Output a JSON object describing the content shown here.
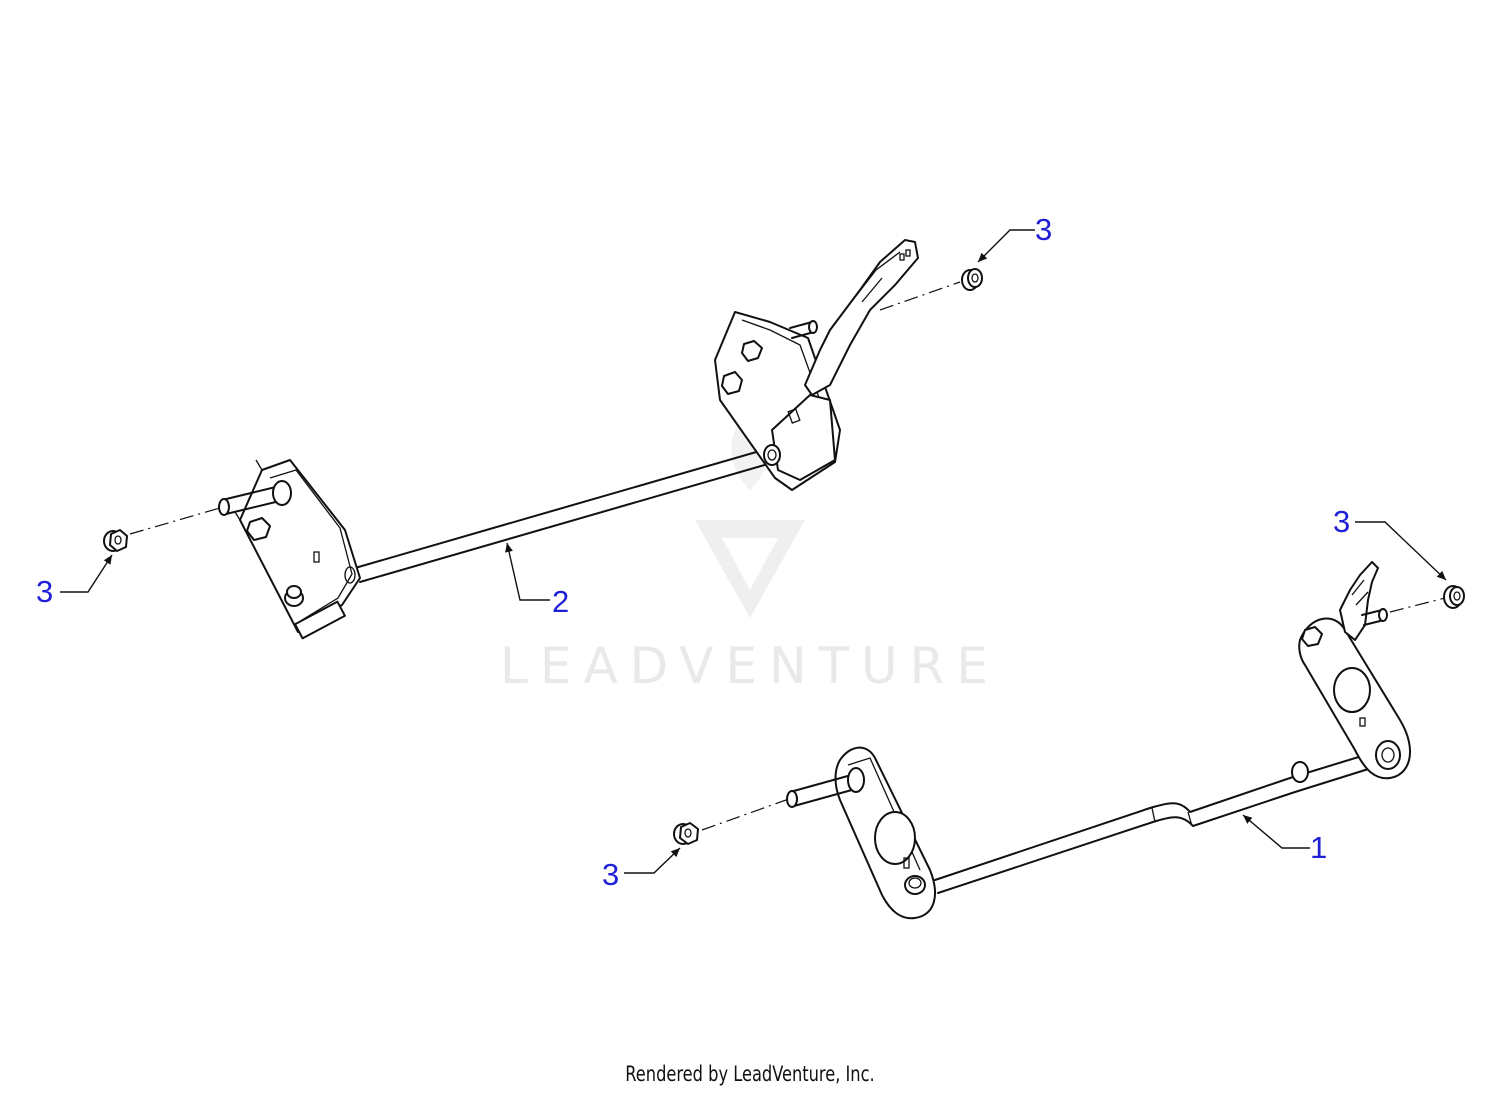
{
  "watermark": {
    "text": "LEADVENTURE"
  },
  "footer": {
    "text": "Rendered by LeadVenture, Inc."
  },
  "callouts": {
    "part_1": "1",
    "part_2": "2",
    "nut_top_right": "3",
    "nut_left": "3",
    "nut_right": "3",
    "nut_bottom": "3"
  },
  "colors": {
    "callout": "#1f1fd6",
    "linework": "#111111",
    "watermark": "#e9e9e9"
  }
}
